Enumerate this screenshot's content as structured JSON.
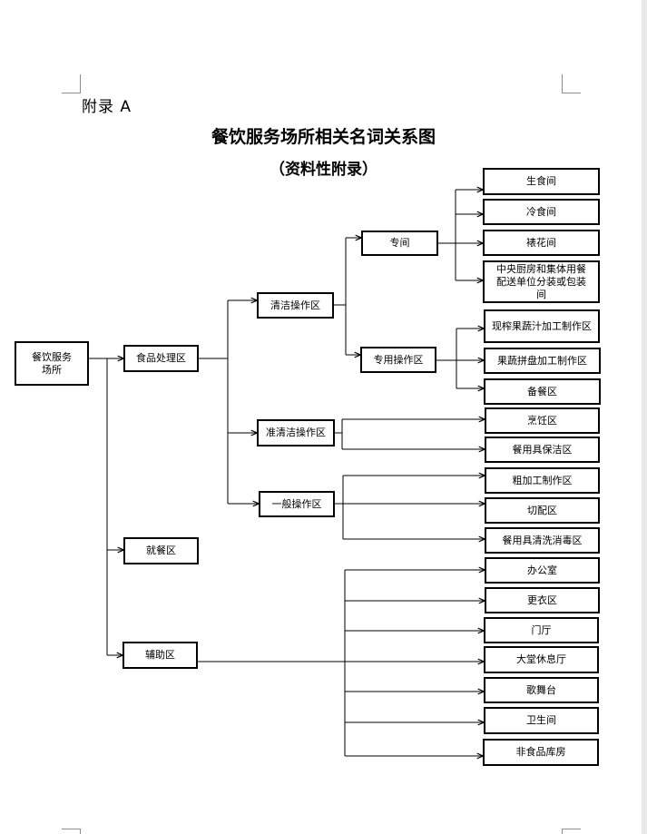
{
  "header": {
    "appendix_label": "附录 A",
    "title": "餐饮服务场所相关名词关系图",
    "subtitle": "（资料性附录）"
  },
  "diagram": {
    "root": "餐饮服务场所",
    "level1": {
      "food_processing": "食品处理区",
      "dining": "就餐区",
      "auxiliary": "辅助区"
    },
    "level2": {
      "clean_operation": "清洁操作区",
      "semi_clean_operation": "准清洁操作区",
      "general_operation": "一般操作区"
    },
    "level3": {
      "special_room": "专间",
      "special_operation": "专用操作区"
    },
    "special_room_items": [
      "生食间",
      "冷食间",
      "裱花间",
      "中央厨房和集体用餐配送单位分装或包装间"
    ],
    "special_operation_items": [
      "现榨果蔬汁加工制作区",
      "果蔬拼盘加工制作区",
      "备餐区"
    ],
    "semi_clean_items": [
      "烹饪区",
      "餐用具保洁区"
    ],
    "general_items": [
      "粗加工制作区",
      "切配区",
      "餐用具清洗消毒区"
    ],
    "auxiliary_items": [
      "办公室",
      "更衣区",
      "门厅",
      "大堂休息厅",
      "歌舞台",
      "卫生间",
      "非食品库房"
    ]
  }
}
